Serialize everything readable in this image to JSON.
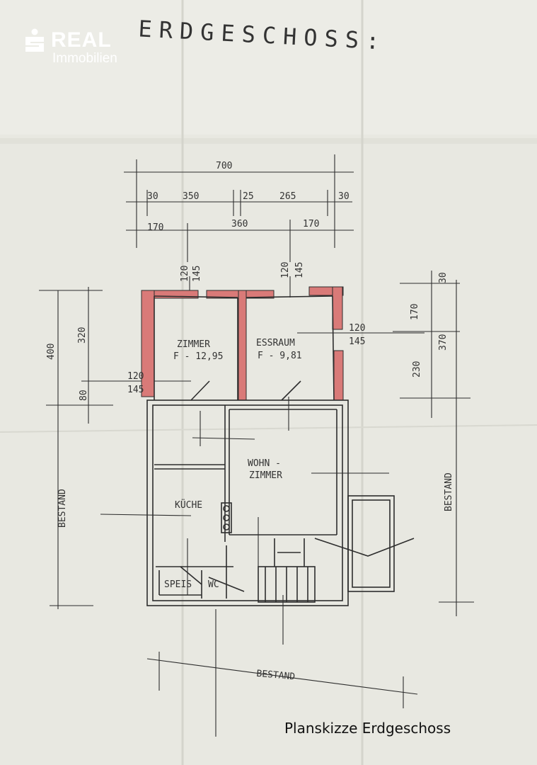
{
  "logo": {
    "brand": "REAL",
    "sub": "Immobilien"
  },
  "plan": {
    "title": "ERDGESCHOSS:",
    "dims_top": {
      "total": "700",
      "a": "30",
      "b": "350",
      "c": "25",
      "d": "265",
      "e": "30",
      "f": "170",
      "g": "360",
      "h": "170"
    },
    "dims_vertical": {
      "l1": "120",
      "l2": "145",
      "r1": "120",
      "r2": "145"
    },
    "dims_left": {
      "total": "400",
      "upper": "320",
      "lower": "80",
      "w1": "120",
      "w2": "145"
    },
    "dims_right": {
      "top": "30",
      "mid": "170",
      "total": "370",
      "lower": "230",
      "w1": "120",
      "w2": "145"
    },
    "rooms": {
      "zimmer": "ZIMMER",
      "zimmer_area": "F - 12,95",
      "essraum": "ESSRAUM",
      "essraum_area": "F - 9,81",
      "wohn1": "WOHN -",
      "wohn2": "ZIMMER",
      "kueche": "KÜCHE",
      "speis": "SPEIS",
      "wc": "WC"
    },
    "bestand_left": "BESTAND",
    "bestand_right": "BESTAND",
    "bestand_bottom": "BESTAND"
  },
  "caption": "Planskizze Erdgeschoss",
  "colors": {
    "brick": "#d97a78",
    "ink": "#2d2d2d",
    "paper": "#e9e9e2"
  }
}
